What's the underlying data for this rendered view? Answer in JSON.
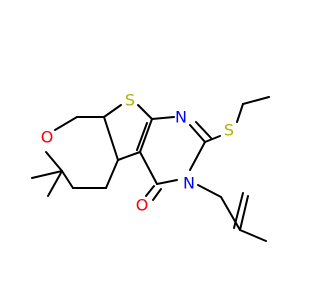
{
  "molecule": {
    "atoms": {
      "sulfur_ring": "S",
      "sulfur_thioether": "S",
      "oxygen_pyran": "O",
      "oxygen_carbonyl": "O",
      "nitrogen_imine": "N",
      "nitrogen_amide": "N"
    },
    "colors": {
      "bond": "#000000",
      "sulfur": "#b2b200",
      "oxygen": "#ff0000",
      "nitrogen": "#0000ff",
      "background": "#ffffff"
    }
  }
}
